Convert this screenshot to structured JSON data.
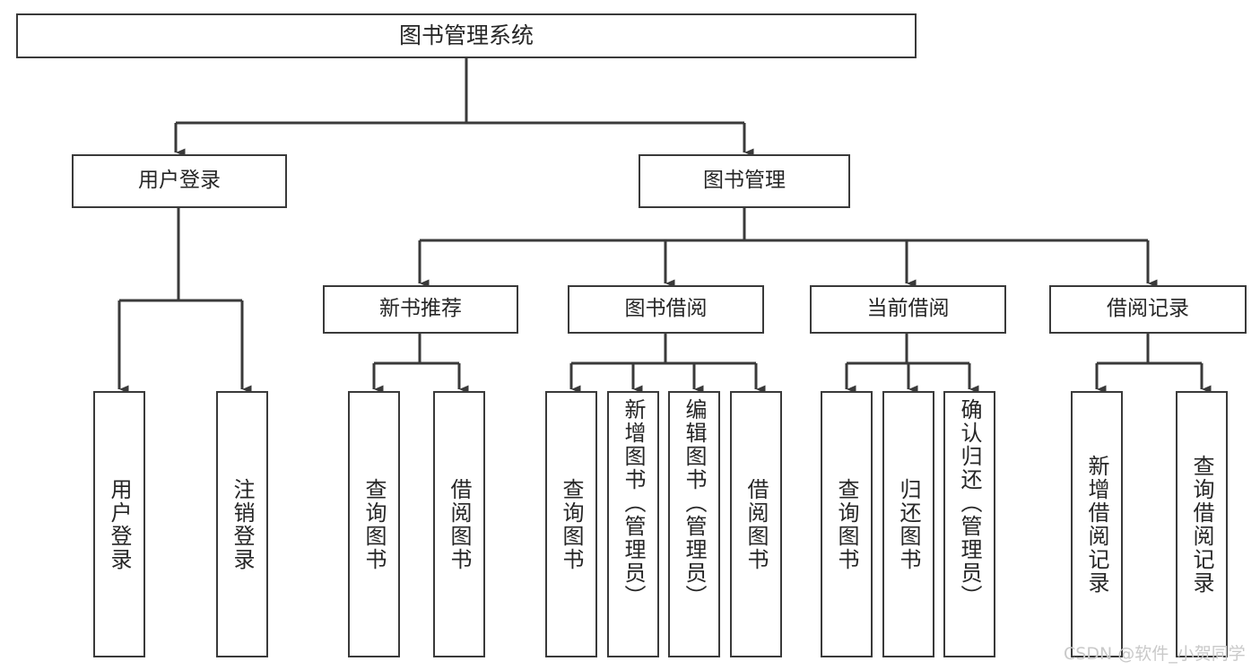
{
  "diagram": {
    "title": "图书管理系统",
    "type": "tree",
    "orientation": "top-down",
    "colors": {
      "box_border": "#3a3a3a",
      "box_fill": "#ffffff",
      "text": "#262626",
      "edge": "#3a3a3a",
      "background": "#ffffff",
      "watermark": "#c9c9c9"
    },
    "nodes": {
      "root": {
        "label": "图书管理系统",
        "level": 0
      },
      "user_login": {
        "label": "用户登录",
        "level": 1
      },
      "book_manage": {
        "label": "图书管理",
        "level": 1
      },
      "new_book_recommend": {
        "label": "新书推荐",
        "level": 2
      },
      "book_borrow": {
        "label": "图书借阅",
        "level": 2
      },
      "current_borrow": {
        "label": "当前借阅",
        "level": 2
      },
      "borrow_record": {
        "label": "借阅记录",
        "level": 2
      },
      "leaf_user_login": {
        "label": "用户登录",
        "level": 3
      },
      "leaf_logout": {
        "label": "注销登录",
        "level": 3
      },
      "leaf_query_book_1": {
        "label": "查询图书",
        "level": 3
      },
      "leaf_borrow_book_1": {
        "label": "借阅图书",
        "level": 3
      },
      "leaf_query_book_2": {
        "label": "查询图书",
        "level": 3
      },
      "leaf_add_book": {
        "label": "新增图书（管理员）",
        "level": 3
      },
      "leaf_edit_book": {
        "label": "编辑图书（管理员）",
        "level": 3
      },
      "leaf_borrow_book_2": {
        "label": "借阅图书",
        "level": 3
      },
      "leaf_query_book_3": {
        "label": "查询图书",
        "level": 3
      },
      "leaf_return_book": {
        "label": "归还图书",
        "level": 3
      },
      "leaf_confirm_return": {
        "label": "确认归还（管理员）",
        "level": 3
      },
      "leaf_add_record": {
        "label": "新增借阅记录",
        "level": 3
      },
      "leaf_query_record": {
        "label": "查询借阅记录",
        "level": 3
      }
    },
    "edges": [
      {
        "from": "root",
        "to": "user_login"
      },
      {
        "from": "root",
        "to": "book_manage"
      },
      {
        "from": "user_login",
        "to": "leaf_user_login"
      },
      {
        "from": "user_login",
        "to": "leaf_logout"
      },
      {
        "from": "book_manage",
        "to": "new_book_recommend"
      },
      {
        "from": "book_manage",
        "to": "book_borrow"
      },
      {
        "from": "book_manage",
        "to": "current_borrow"
      },
      {
        "from": "book_manage",
        "to": "borrow_record"
      },
      {
        "from": "new_book_recommend",
        "to": "leaf_query_book_1"
      },
      {
        "from": "new_book_recommend",
        "to": "leaf_borrow_book_1"
      },
      {
        "from": "book_borrow",
        "to": "leaf_query_book_2"
      },
      {
        "from": "book_borrow",
        "to": "leaf_add_book"
      },
      {
        "from": "book_borrow",
        "to": "leaf_edit_book"
      },
      {
        "from": "book_borrow",
        "to": "leaf_borrow_book_2"
      },
      {
        "from": "current_borrow",
        "to": "leaf_query_book_3"
      },
      {
        "from": "current_borrow",
        "to": "leaf_return_book"
      },
      {
        "from": "current_borrow",
        "to": "leaf_confirm_return"
      },
      {
        "from": "borrow_record",
        "to": "leaf_add_record"
      },
      {
        "from": "borrow_record",
        "to": "leaf_query_record"
      }
    ]
  },
  "watermark": {
    "text": "CSDN @软件_小贺同学"
  }
}
